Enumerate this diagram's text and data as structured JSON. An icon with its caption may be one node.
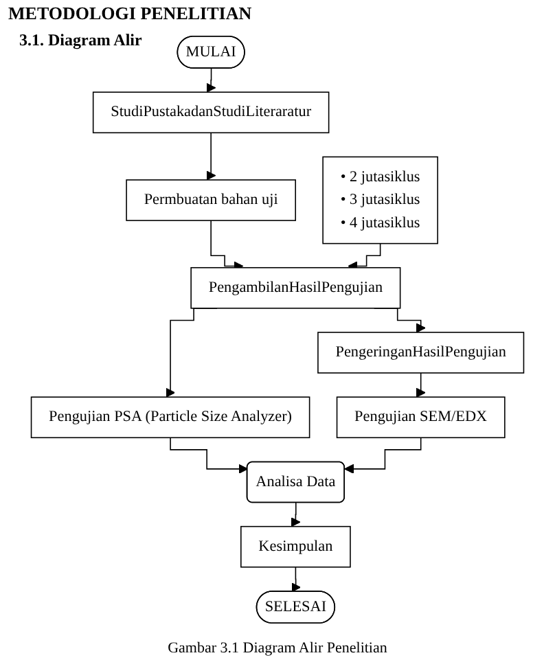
{
  "diagram": {
    "title": "METODOLOGI PENELITIAN",
    "caption": "Gambar 3.1 Diagram Alir Penelitian",
    "nodes": [
      {
        "text": [
          "MULAI"
        ]
      },
      {
        "text": [
          "StudiPustakadanStudiLiteraratur"
        ]
      },
      {
        "text": [
          "Permbuatan bahan uji"
        ]
      },
      {
        "text": [
          "PengambilanHasilPengujian"
        ]
      },
      {
        "text": [
          "• 2 jutasiklus",
          "• 3 jutasiklus",
          "• 4 jutasiklus"
        ]
      },
      {
        "text": [
          "PengeringanHasilPengujian"
        ]
      },
      {
        "text": [
          "Pengujian PSA (Particle Size Analyzer)"
        ]
      },
      {
        "text": [
          "Pengujian SEM/EDX"
        ]
      },
      {
        "text": [
          "Analisa Data"
        ]
      },
      {
        "text": [
          "Kesimpulan"
        ]
      },
      {
        "text": [
          "SELESAI"
        ]
      }
    ],
    "edges": [
      {
        "from": 0,
        "to": 1,
        "arrow": "to"
      },
      {
        "from": 1,
        "to": 2,
        "arrow": "to"
      },
      {
        "from": 2,
        "to": 3,
        "arrow": "to"
      },
      {
        "from": 4,
        "to": 3,
        "arrow": "to"
      },
      {
        "from": 3,
        "to": 6,
        "arrow": "to"
      },
      {
        "from": 3,
        "to": 5,
        "arrow": "to"
      },
      {
        "from": 5,
        "to": 7,
        "arrow": "to"
      },
      {
        "from": 6,
        "to": 8,
        "arrow": "to"
      },
      {
        "from": 7,
        "to": 8,
        "arrow": "to"
      },
      {
        "from": 8,
        "to": 9,
        "arrow": "to"
      },
      {
        "from": 9,
        "to": 10,
        "arrow": "to"
      }
    ],
    "labels": [
      "3.1. Diagram Alir"
    ]
  }
}
